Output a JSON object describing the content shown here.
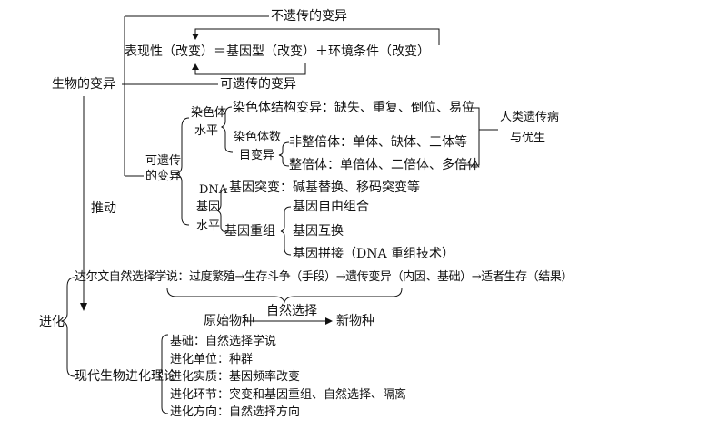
{
  "variation": {
    "root": "生物的变异",
    "non_heritable": "不遗传的变异",
    "heritable_branch": "可遗传的变异",
    "equation": "表现性（改变）＝基因型（改变）＋环境条件（改变）",
    "heritable_label_line1": "可遗传",
    "heritable_label_line2": "的变异",
    "chromosome_level_line1": "染色体",
    "chromosome_level_line2": "水平",
    "structure_variation": "染色体结构变异：缺失、重复、倒位、易位",
    "number_variation_line1": "染色体数",
    "number_variation_line2": "目变异",
    "aneuploid": "非整倍体：单体、缺体、三体等",
    "euploid": "整倍体：单倍体、二倍体、多倍体",
    "human_disease_line1": "人类遗传病",
    "human_disease_line2": "与优生",
    "dna_level_line1": "DNA",
    "dna_level_line2": "基因",
    "dna_level_line3": "水平",
    "gene_mutation": "基因突变：碱基替换、移码突变等",
    "recombination": "基因重组",
    "recomb_items": [
      "基因自由组合",
      "基因互换",
      "基因拼接（DNA 重组技术）"
    ],
    "drives": "推动"
  },
  "evolution": {
    "root": "进化",
    "darwin": "达尔文自然选择学说：过度繁殖→生存斗争（手段）→遗传变异（内因、基础）→适者生存（结果）",
    "natural_selection": "自然选择",
    "original_species": "原始物种",
    "new_species": "新物种",
    "modern_theory": "现代生物进化理论",
    "modern_items": [
      "基础：自然选择学说",
      "进化单位：种群",
      "进化实质：基因频率改变",
      "进化环节：突变和基因重组、自然选择、隔离",
      "进化方向：自然选择方向"
    ]
  }
}
